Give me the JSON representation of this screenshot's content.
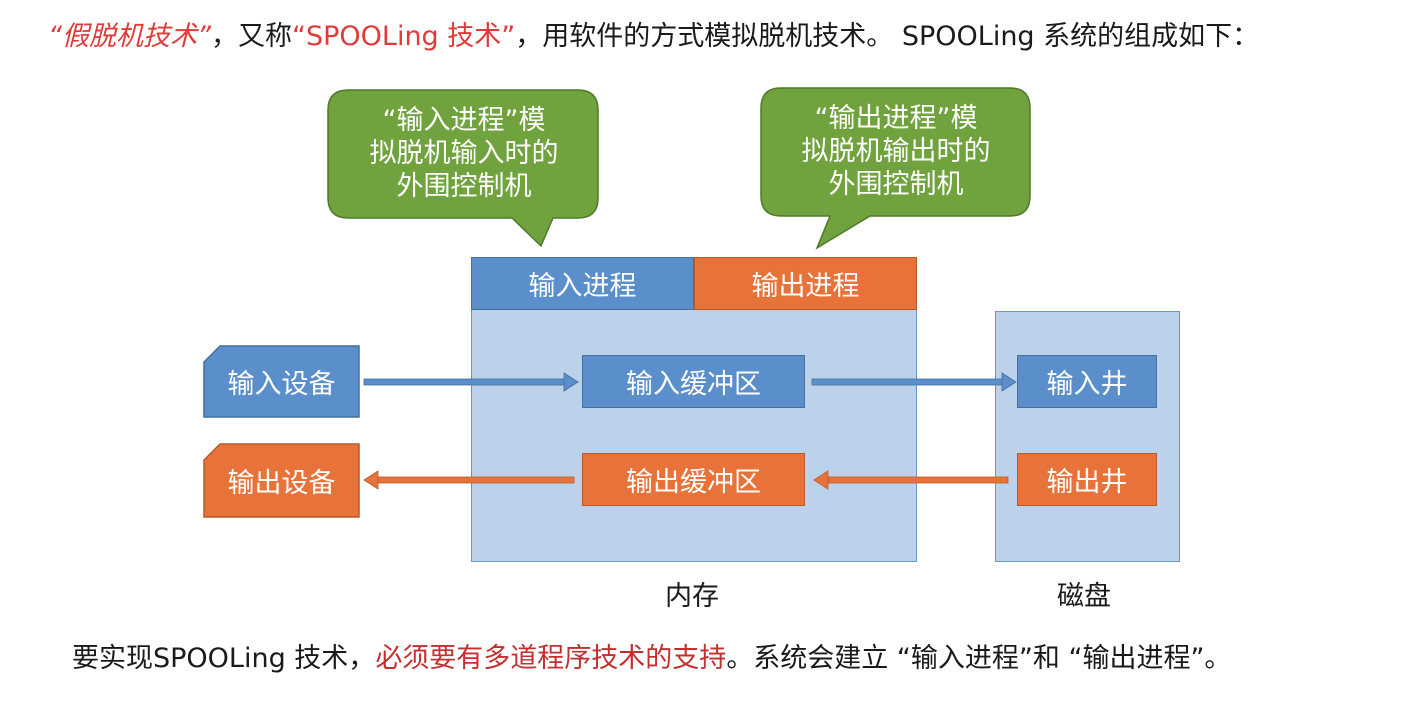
{
  "top_line": {
    "part1": "“假脱机技术”",
    "part2": "，又称",
    "part3": "“SPOOLing 技术”",
    "part4": "，用软件的方式模拟脱机技术。 SPOOLing 系统的组成如下："
  },
  "callouts": {
    "input": [
      "“输入进程”模",
      "拟脱机输入时的",
      "外围控制机"
    ],
    "output": [
      "“输出进程”模",
      "拟脱机输出时的",
      "外围控制机"
    ]
  },
  "memory": {
    "input_process": "输入进程",
    "output_process": "输出进程",
    "input_buffer": "输入缓冲区",
    "output_buffer": "输出缓冲区",
    "label": "内存"
  },
  "devices": {
    "input_device": "输入设备",
    "output_device": "输出设备"
  },
  "disk": {
    "input_well": "输入井",
    "output_well": "输出井",
    "label": "磁盘"
  },
  "bottom_line": {
    "part1": "要实现SPOOLing 技术，",
    "part2": "必须要有多道程序技术的支持",
    "part3": "。系统会建立 “输入进程”和 “输出进程”。"
  },
  "colors": {
    "bubble_green": "#70a23d",
    "blue": "#5b8fcb",
    "orange": "#e8733a",
    "region": "#bcd2ea",
    "highlight_red": "#e03a3a"
  }
}
